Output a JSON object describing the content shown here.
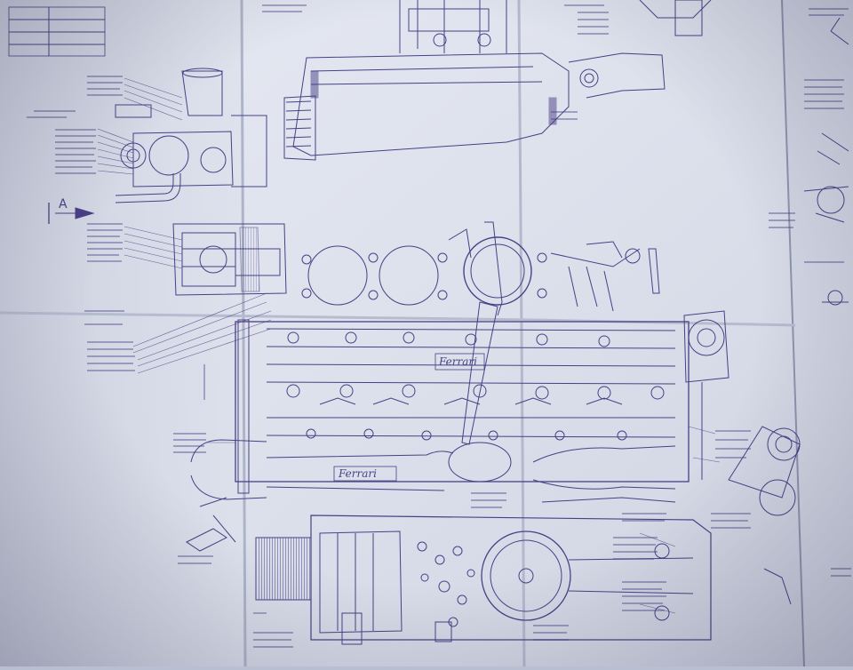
{
  "photo": {
    "subject": "",
    "paper_color": "#dfe3ee",
    "ink_color": "#4a3f86"
  },
  "labels": {
    "section_marker": "A",
    "logo_upper": "Ferrari",
    "logo_lower": "Ferrari"
  }
}
